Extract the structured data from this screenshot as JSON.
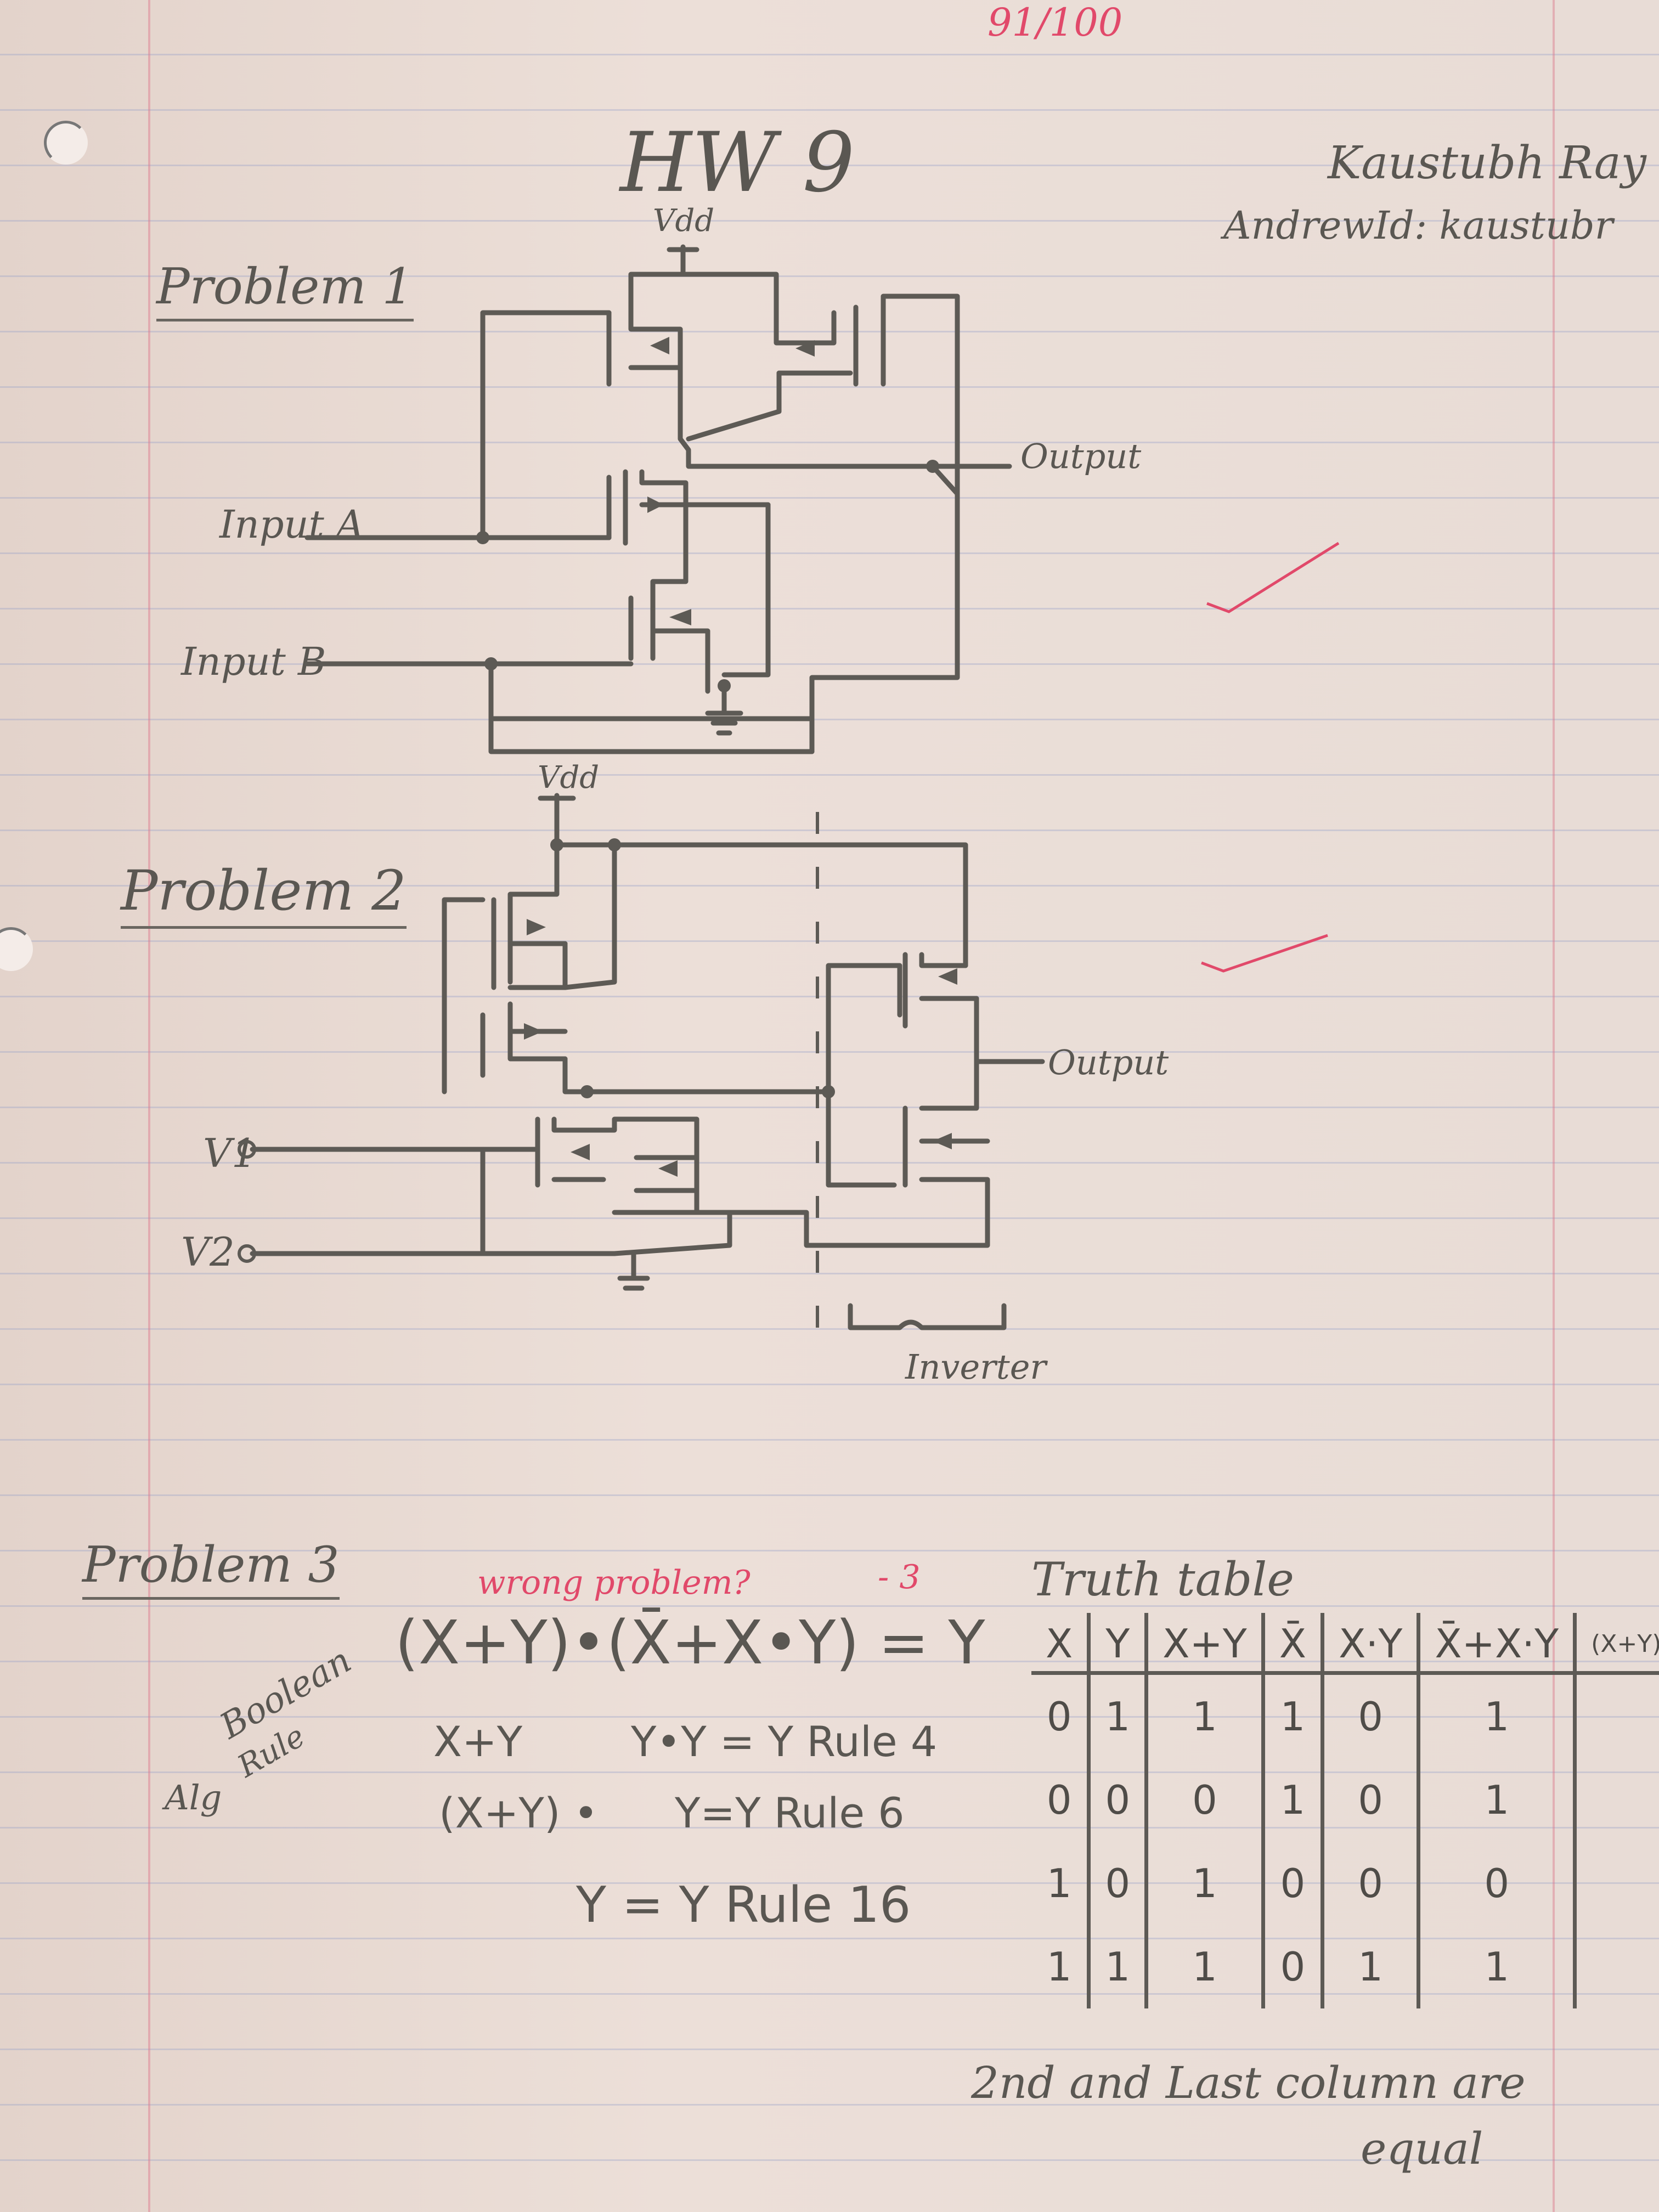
{
  "header": {
    "grade": "91/100",
    "title": "HW 9",
    "author": "Kaustubh Ray",
    "andrew_id": "AndrewId: kaustubr"
  },
  "problem1": {
    "heading": "Problem 1",
    "vdd": "Vdd",
    "input_a": "Input A",
    "input_b": "Input B",
    "output": "Output"
  },
  "problem2": {
    "heading": "Problem 2",
    "vdd": "Vdd",
    "v1": "V1",
    "v2": "V2",
    "output": "Output",
    "inverter": "Inverter"
  },
  "problem3": {
    "heading": "Problem 3",
    "note": "wrong problem?",
    "deduction": "- 3",
    "side_label_1": "Boolean",
    "side_label_2": "Rule",
    "side_label_3": "Alg",
    "equation": "(X+Y)•(X̄+X•Y) = Y",
    "steps": [
      {
        "left": "X+Y",
        "right": "Y•Y = Y Rule 4"
      },
      {
        "left": "(X+Y) •",
        "right": "Y=Y  Rule 6"
      },
      {
        "left": "",
        "right": "Y = Y   Rule 16"
      }
    ],
    "truth_title": "Truth table",
    "columns": [
      "X",
      "Y",
      "X+Y",
      "X̄",
      "X·Y",
      "X̄+X·Y",
      "(X+Y)"
    ],
    "rows": [
      [
        "0",
        "1",
        "1",
        "1",
        "0",
        "1",
        ""
      ],
      [
        "0",
        "0",
        "0",
        "1",
        "0",
        "1",
        ""
      ],
      [
        "1",
        "0",
        "1",
        "0",
        "0",
        "0",
        ""
      ],
      [
        "1",
        "1",
        "1",
        "0",
        "1",
        "1",
        ""
      ]
    ],
    "conclusion_1": "2nd and Last column are",
    "conclusion_2": "equal"
  }
}
